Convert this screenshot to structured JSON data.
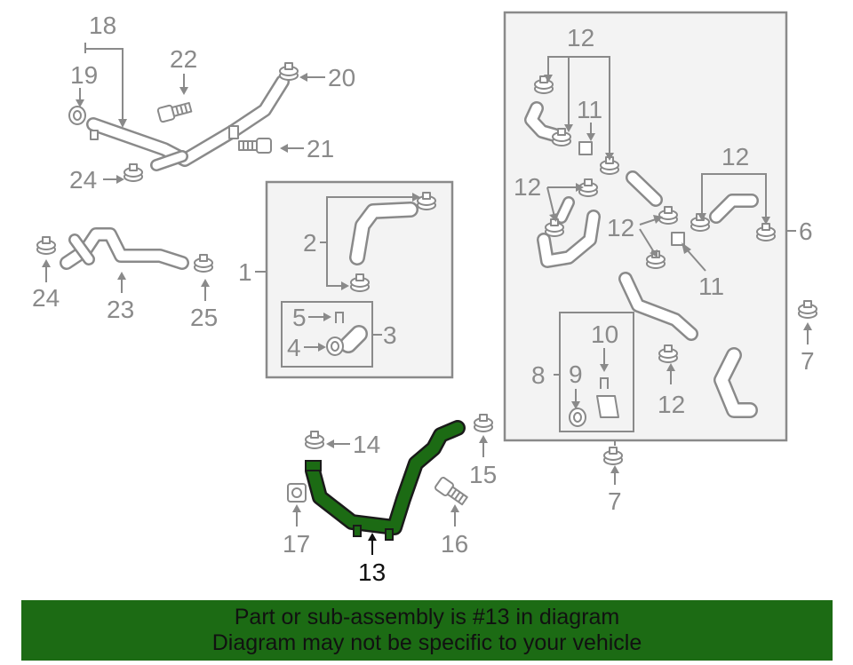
{
  "diagram": {
    "callouts": {
      "c18": "18",
      "c19": "19",
      "c22": "22",
      "c20": "20",
      "c21": "21",
      "c24a": "24",
      "c24b": "24",
      "c23": "23",
      "c25": "25",
      "c1": "1",
      "c2": "2",
      "c3": "3",
      "c4": "4",
      "c5": "5",
      "c12a": "12",
      "c11a": "11",
      "c12b": "12",
      "c12c": "12",
      "c12d": "12",
      "c11b": "11",
      "c6": "6",
      "c7a": "7",
      "c7b": "7",
      "c8": "8",
      "c9": "9",
      "c10": "10",
      "c12e": "12",
      "c14": "14",
      "c15": "15",
      "c16": "16",
      "c17": "17",
      "c13": "13"
    },
    "highlighted_part": "13"
  },
  "banner": {
    "line1": "Part or sub-assembly is #13 in diagram",
    "line2": "Diagram may not be specific to your vehicle"
  },
  "colors": {
    "highlight": "#1c6b14",
    "line_art": "#8a8a8a"
  }
}
